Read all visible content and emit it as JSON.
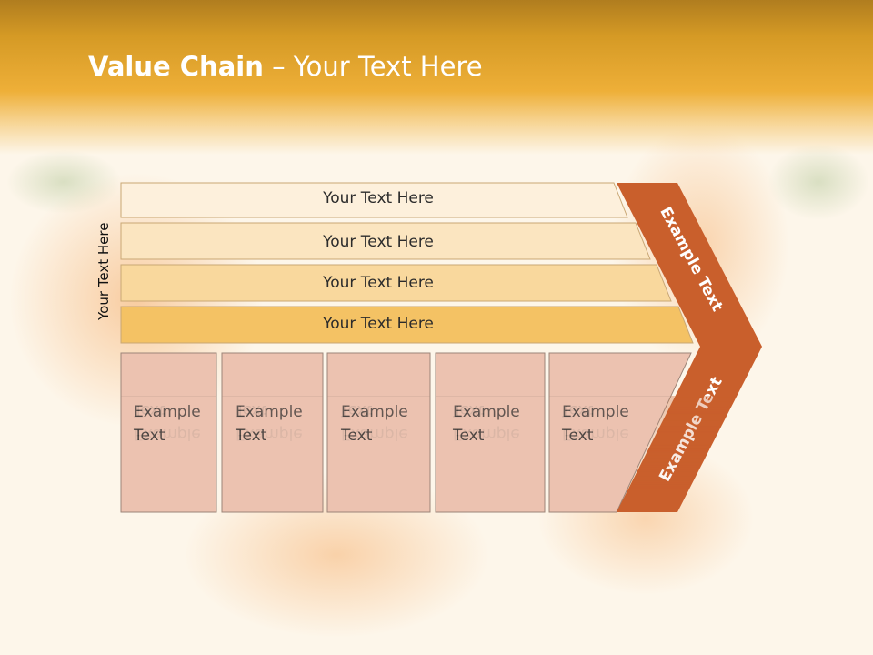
{
  "title": {
    "bold": "Value Chain",
    "rest": " – Your Text Here"
  },
  "vertical_label": "Your Text Here",
  "rows": [
    {
      "label": "Your Text Here",
      "color": "#fdf0dc"
    },
    {
      "label": "Your Text Here",
      "color": "#fbe5c0"
    },
    {
      "label": "Your Text Here",
      "color": "#f9d89d"
    },
    {
      "label": "Your Text Here",
      "color": "#f4c264"
    }
  ],
  "boxes": [
    {
      "line1": "Example",
      "line2": "Text"
    },
    {
      "line1": "Example",
      "line2": "Text"
    },
    {
      "line1": "Example",
      "line2": "Text"
    },
    {
      "line1": "Example",
      "line2": "Text"
    },
    {
      "line1": "Example",
      "line2": "Text"
    }
  ],
  "arrow": {
    "upper_label": "Example Text",
    "lower_label": "Example Text",
    "color": "#c95f2c"
  },
  "colors": {
    "header": "#eeaf38",
    "box_fill": "#ecc2b0",
    "box_border": "#9c8478"
  }
}
